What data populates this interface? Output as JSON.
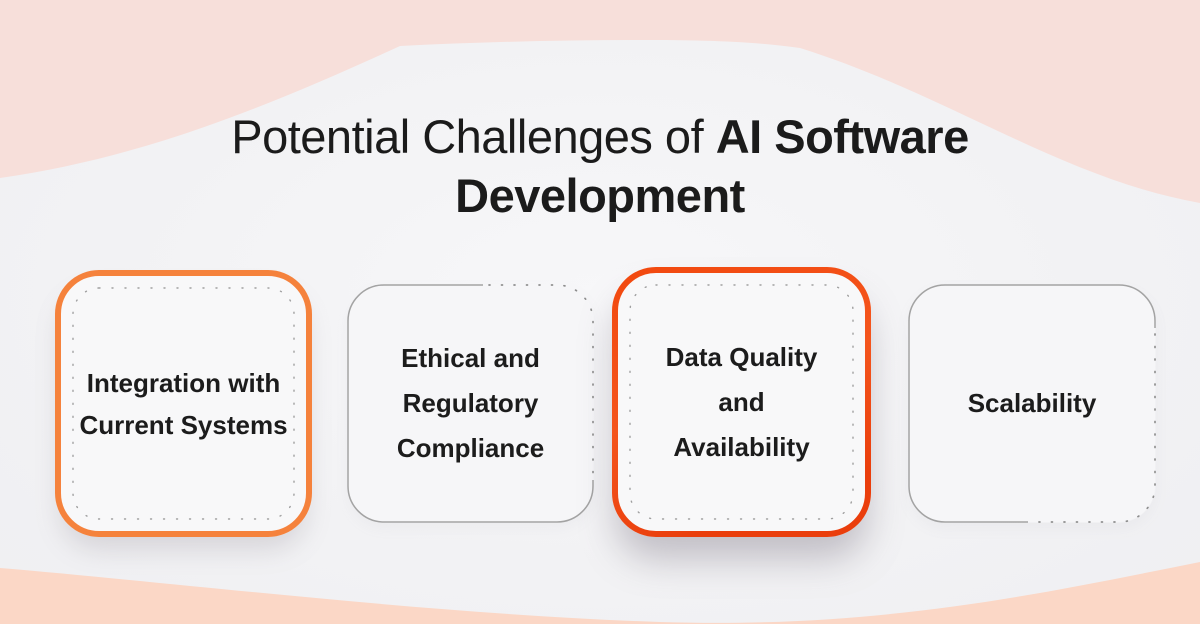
{
  "title": {
    "line1_regular": "Potential Challenges of ",
    "line1_bold": "AI Software",
    "line2_bold": "Development"
  },
  "cards": [
    {
      "title": "Integration with\nCurrent Systems",
      "style": "orange"
    },
    {
      "title": "Ethical and\nRegulatory\nCompliance",
      "style": "gray"
    },
    {
      "title": "Data Quality\nand\nAvailability",
      "style": "orange"
    },
    {
      "title": "Scalability",
      "style": "gray"
    }
  ],
  "theme": {
    "accent_orange": "#F5823C",
    "accent_red_orange": "#EF4712",
    "card_outline_gray": "#A3A3A3",
    "inner_dot_gray": "#9F9F9F",
    "wave_top_pink": "#F7DFDA",
    "wave_bottom_peach": "#FBD7C6",
    "background_gray": "#F2F2F4",
    "text_dark": "#1B1B1B"
  }
}
